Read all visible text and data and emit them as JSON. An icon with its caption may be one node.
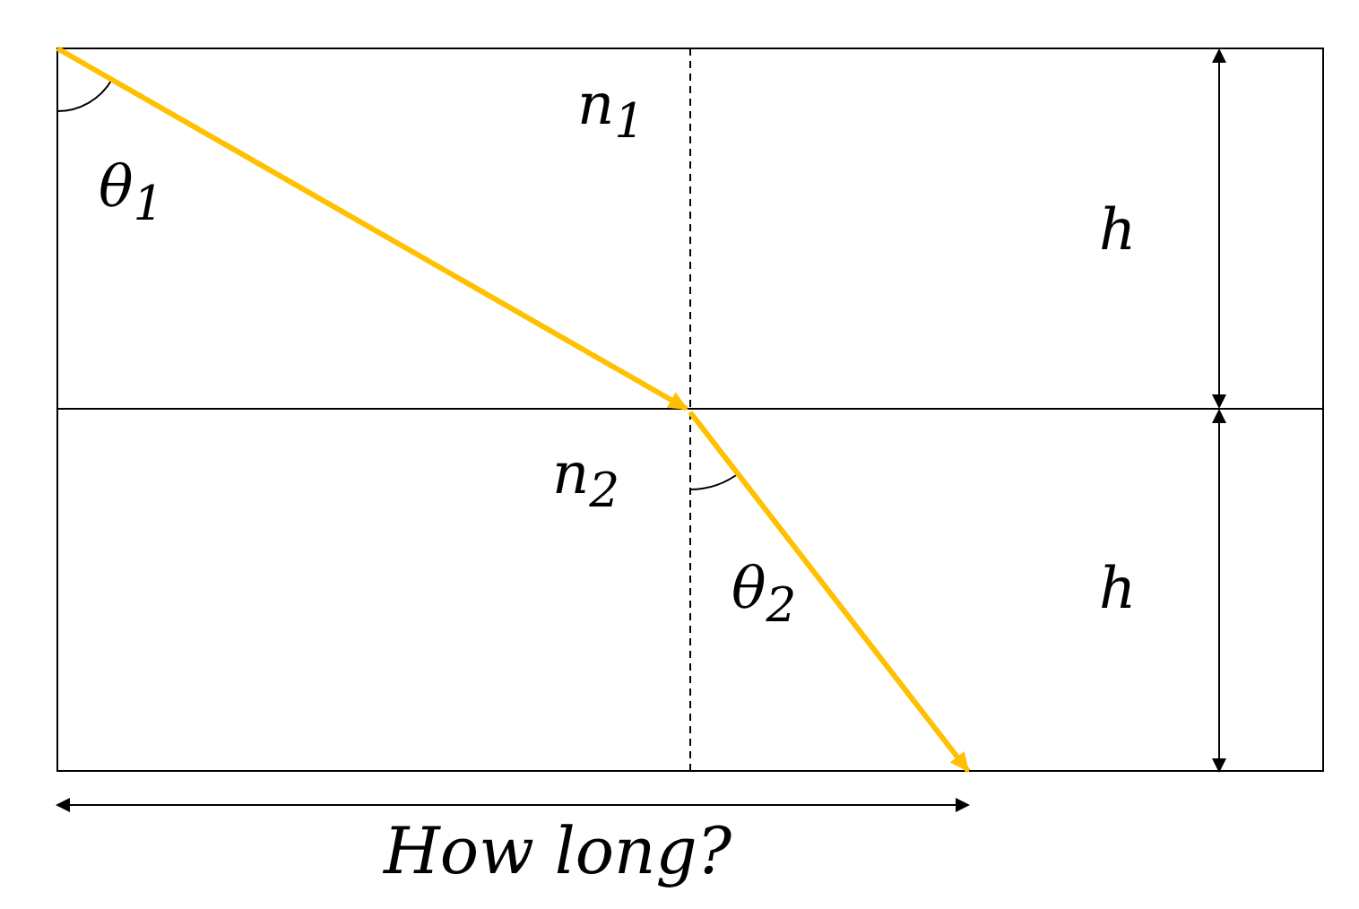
{
  "diagram": {
    "labels": [
      "n$_{1}$",
      "θ$_{1}$",
      "h",
      "n$_{2}$",
      "θ$_{2}$",
      "h",
      "How long?"
    ]
  }
}
